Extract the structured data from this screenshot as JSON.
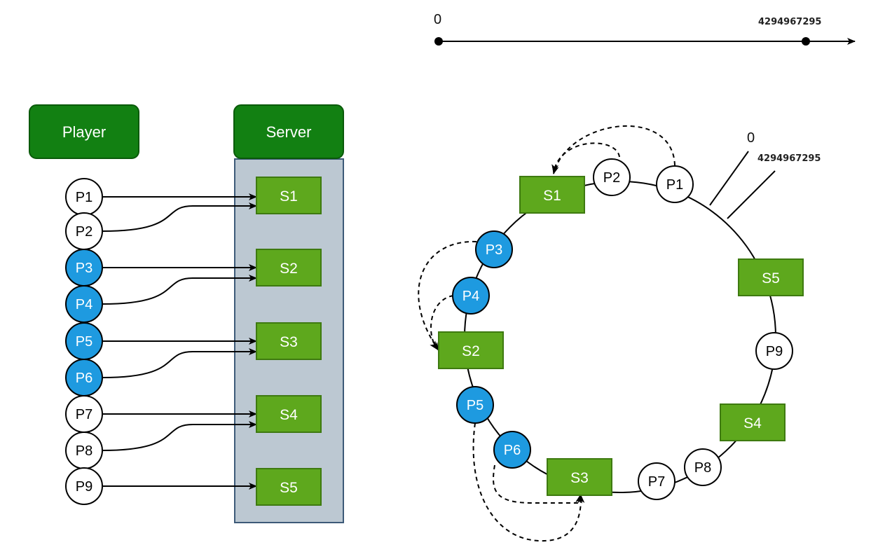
{
  "headers": {
    "player": "Player",
    "server": "Server"
  },
  "players": [
    "P1",
    "P2",
    "P3",
    "P4",
    "P5",
    "P6",
    "P7",
    "P8",
    "P9"
  ],
  "servers": [
    "S1",
    "S2",
    "S3",
    "S4",
    "S5"
  ],
  "number_line": {
    "start": "0",
    "end": "4294967295"
  },
  "ring": {
    "zero": "0",
    "max": "4294967295"
  },
  "colors": {
    "header_fill": "#128012",
    "server_fill": "#5ea81d",
    "server_column": "#bcc8d2",
    "hashed_player": "#1e9ae0",
    "plain_player": "#ffffff"
  },
  "hashed_players": [
    "P3",
    "P4",
    "P5",
    "P6"
  ]
}
